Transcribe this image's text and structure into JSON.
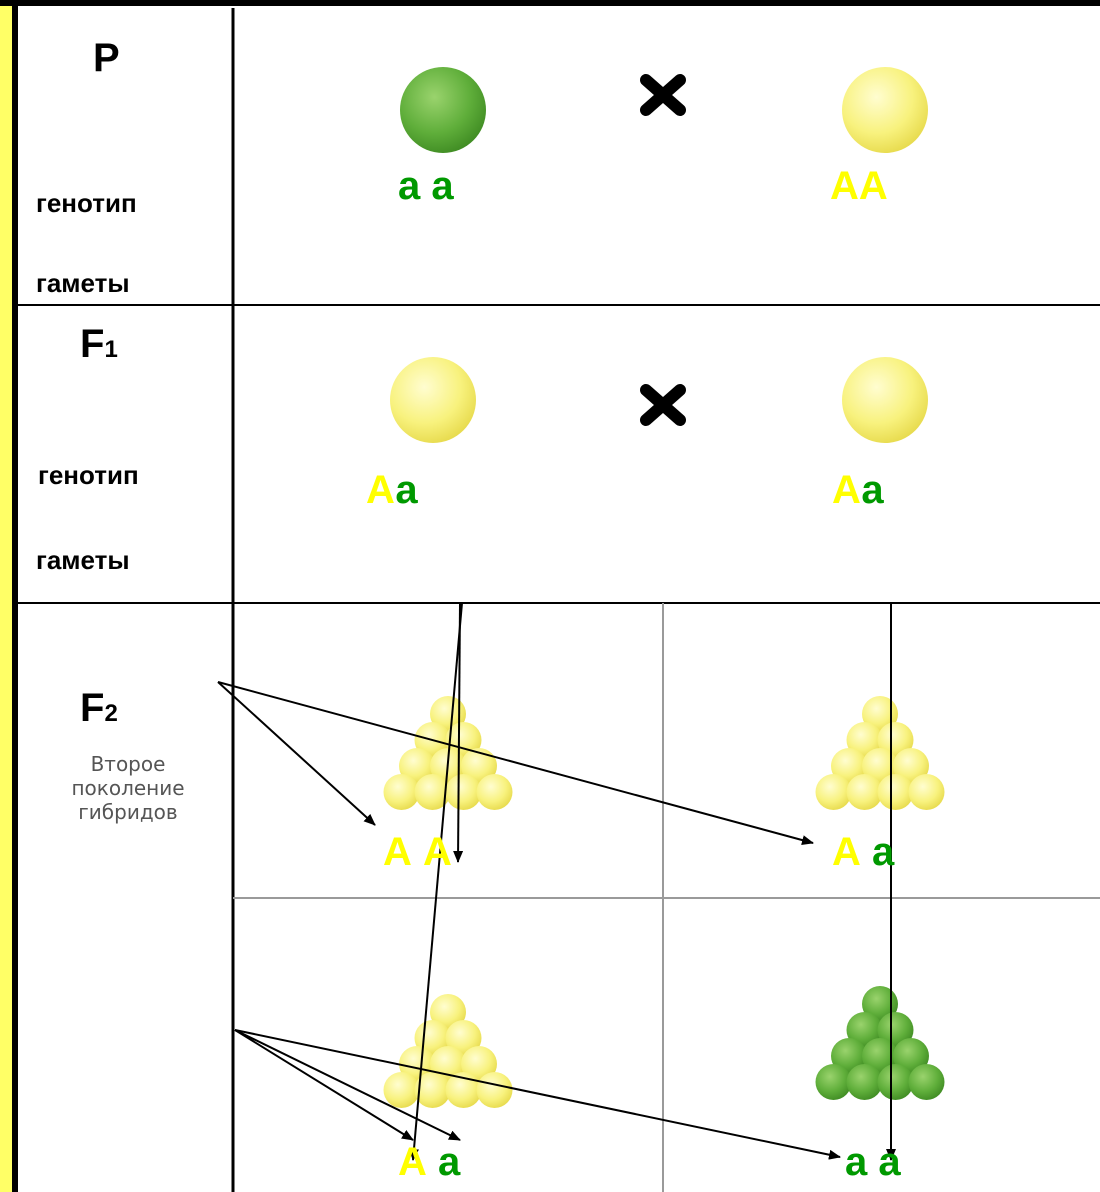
{
  "colors": {
    "background": "#ffffff",
    "left_border_yellow": "#ffff66",
    "frame_black": "#000000",
    "grid_gray": "#9a9a9a",
    "dominant_yellow": "#ffff00",
    "recessive_green": "#009900",
    "green_pea": "#5fae3a",
    "yellow_pea": "#f6f07a"
  },
  "rows": {
    "p": {
      "title": "P",
      "genotype_label": "генотип",
      "gametes_label": "гаметы",
      "left_genotype": [
        "а",
        "а"
      ],
      "right_genotype": [
        "А",
        "А"
      ],
      "cross": "✖"
    },
    "f1": {
      "title": "F",
      "title_sub": "1",
      "genotype_label": "генотип",
      "gametes_label": "гаметы",
      "left_genotype": [
        "А",
        "а"
      ],
      "right_genotype": [
        "А",
        "а"
      ],
      "cross": "✖"
    },
    "f2": {
      "title": "F",
      "title_sub": "2",
      "subtitle_lines": [
        "Второе",
        "поколение",
        "гибридов"
      ],
      "cells": [
        {
          "genotype": [
            "А",
            "А"
          ],
          "pea_color": "yellow"
        },
        {
          "genotype": [
            "А",
            "а"
          ],
          "pea_color": "yellow"
        },
        {
          "genotype": [
            "А",
            "а"
          ],
          "pea_color": "yellow"
        },
        {
          "genotype": [
            "а",
            "а"
          ],
          "pea_color": "green"
        }
      ]
    }
  }
}
